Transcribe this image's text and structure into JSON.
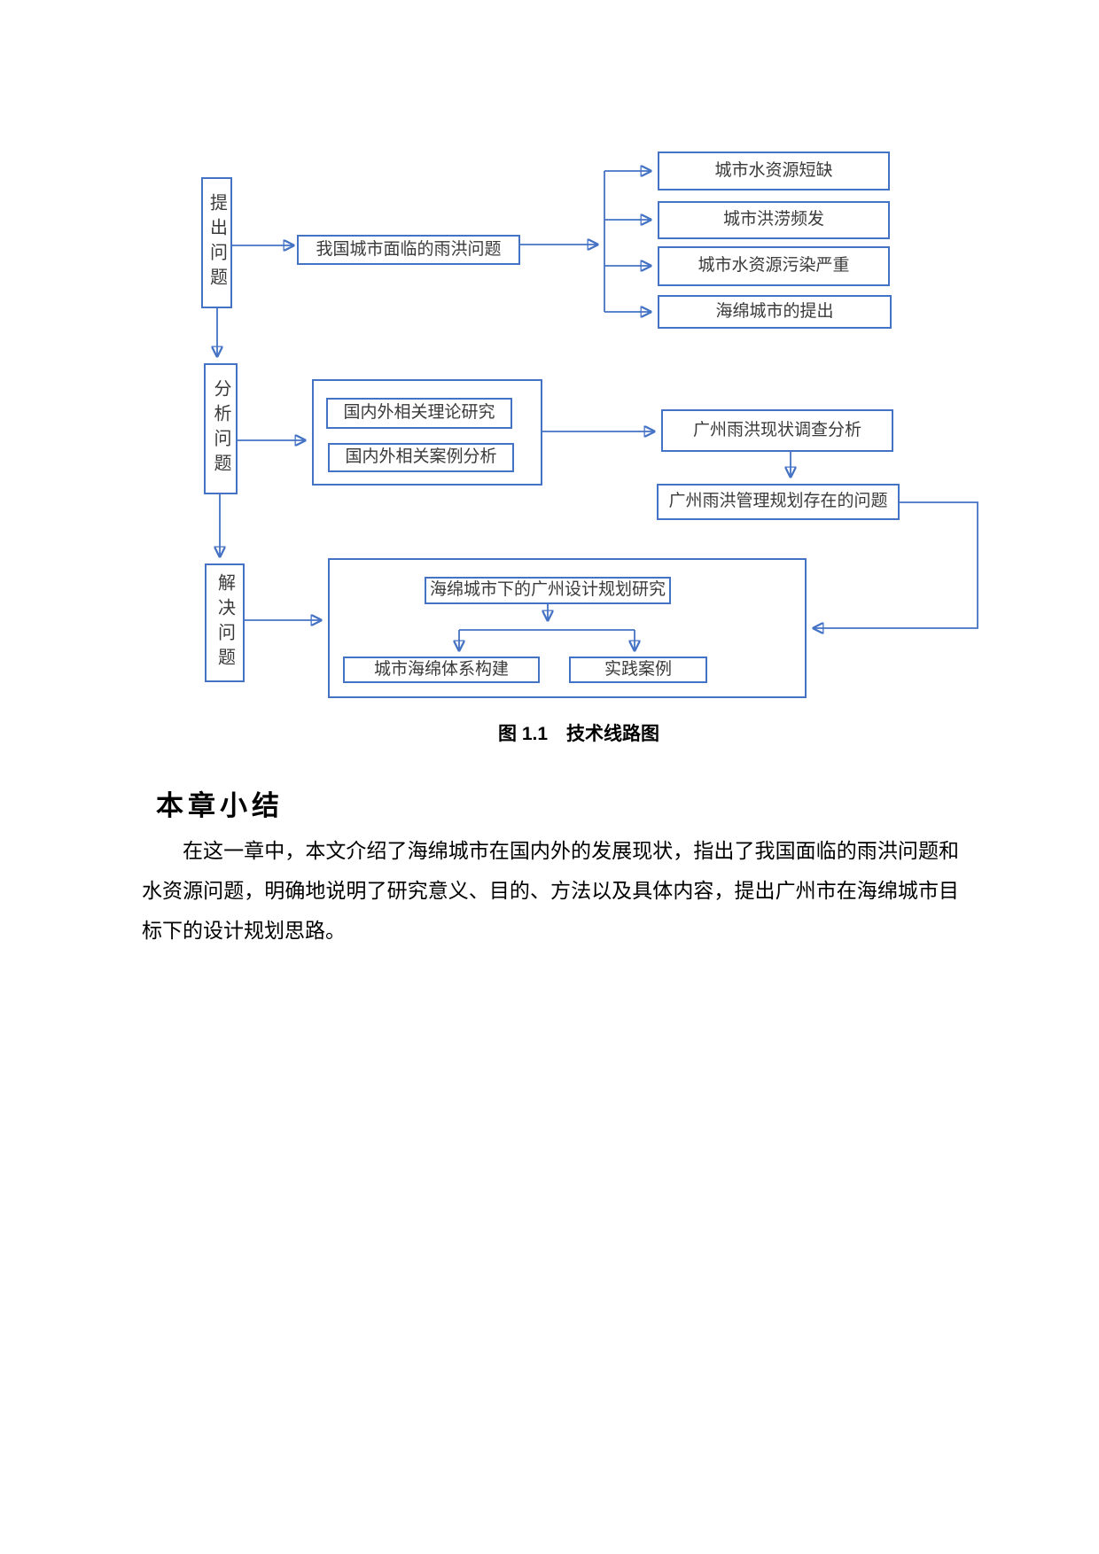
{
  "document": {
    "figure": {
      "caption": "图 1.1　技术线路图",
      "nodes": {
        "raise_problem": "提出问题",
        "china_rain_flood": "我国城市面临的雨洪问题",
        "water_shortage": "城市水资源短缺",
        "flood_frequent": "城市洪涝频发",
        "water_pollution": "城市水资源污染严重",
        "sponge_proposal": "海绵城市的提出",
        "analyze_problem": "分析问题",
        "theory_research": "国内外相关理论研究",
        "case_analysis": "国内外相关案例分析",
        "gz_survey": "广州雨洪现状调查分析",
        "gz_problems": "广州雨洪管理规划存在的问题",
        "solve_problem": "解决问题",
        "gz_design": "海绵城市下的广州设计规划研究",
        "sponge_system": "城市海绵体系构建",
        "practice_cases": "实践案例"
      }
    },
    "summary": {
      "heading": "本章小结",
      "paragraph": "在这一章中，本文介绍了海绵城市在国内外的发展现状，指出了我国面临的雨洪问题和水资源问题，明确地说明了研究意义、目的、方法以及具体内容，提出广州市在海绵城市目标下的设计规划思路。"
    },
    "colors": {
      "diagram_line": "#4472C4",
      "body_text": "#000000"
    }
  }
}
